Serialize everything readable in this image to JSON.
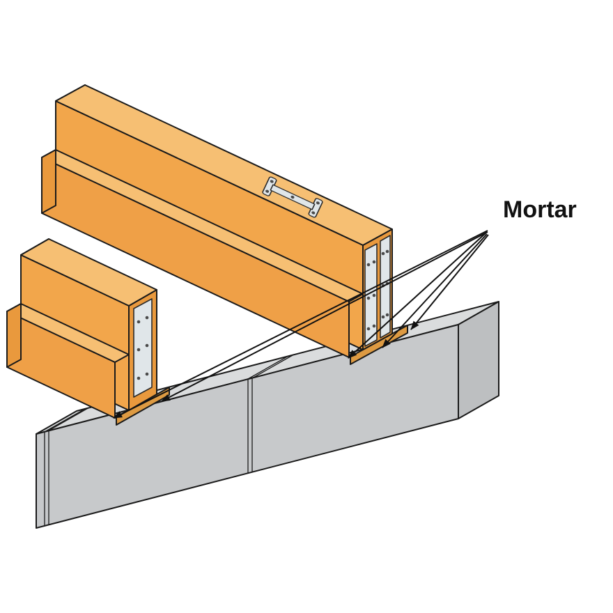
{
  "diagram": {
    "label_mortar": "Mortar",
    "arrow_count": 5,
    "subject": "wood-beams-bearing-on-concrete-wall-with-mortar-pads"
  },
  "colors": {
    "background": "#ffffff",
    "outline": "#1a1a1a",
    "wood_top": "#F6BF73",
    "wood_side": "#F2A64B",
    "wood_end": "#E9993D",
    "wood_ledger": "#EFA047",
    "mortar": "#DD9A42",
    "concrete_top": "#DADCDD",
    "concrete_front": "#C7C9CB",
    "concrete_end": "#BDBFC1",
    "plate": "#E0E6E9",
    "screw": "#4a4a4a",
    "arrow": "#111111"
  }
}
